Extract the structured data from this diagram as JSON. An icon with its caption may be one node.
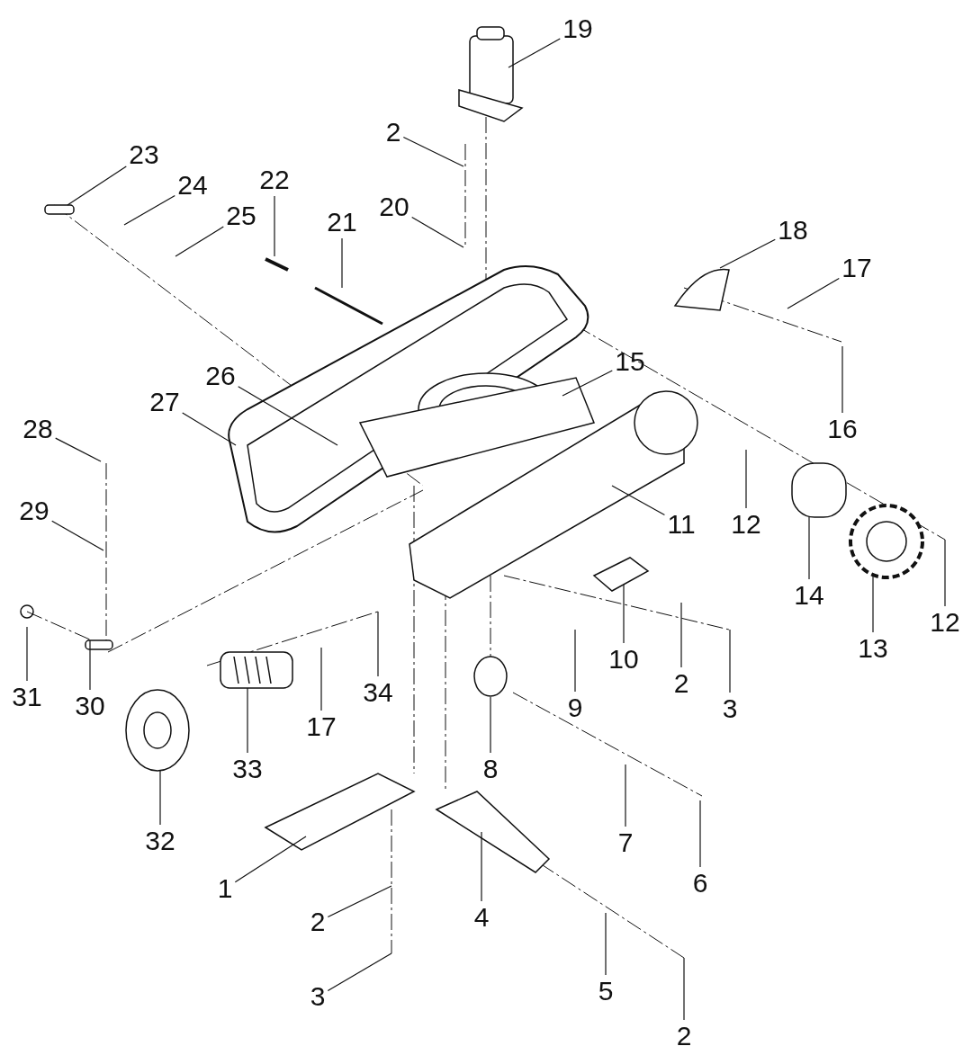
{
  "diagram": {
    "nodes": [
      {
        "text": [
          "19"
        ]
      },
      {
        "text": [
          "2"
        ]
      },
      {
        "text": [
          "20"
        ]
      },
      {
        "text": [
          "23"
        ]
      },
      {
        "text": [
          "24"
        ]
      },
      {
        "text": [
          "25"
        ]
      },
      {
        "text": [
          "22"
        ]
      },
      {
        "text": [
          "21"
        ]
      },
      {
        "text": [
          "18"
        ]
      },
      {
        "text": [
          "17"
        ]
      },
      {
        "text": [
          "16"
        ]
      },
      {
        "text": [
          "15"
        ]
      },
      {
        "text": [
          "26"
        ]
      },
      {
        "text": [
          "27"
        ]
      },
      {
        "text": [
          "28"
        ]
      },
      {
        "text": [
          "29"
        ]
      },
      {
        "text": [
          "12"
        ]
      },
      {
        "text": [
          "11"
        ]
      },
      {
        "text": [
          "14"
        ]
      },
      {
        "text": [
          "13"
        ]
      },
      {
        "text": [
          "12"
        ]
      },
      {
        "text": [
          "31"
        ]
      },
      {
        "text": [
          "30"
        ]
      },
      {
        "text": [
          "10"
        ]
      },
      {
        "text": [
          "2"
        ]
      },
      {
        "text": [
          "3"
        ]
      },
      {
        "text": [
          "9"
        ]
      },
      {
        "text": [
          "34"
        ]
      },
      {
        "text": [
          "17"
        ]
      },
      {
        "text": [
          "33"
        ]
      },
      {
        "text": [
          "32"
        ]
      },
      {
        "text": [
          "8"
        ]
      },
      {
        "text": [
          "7"
        ]
      },
      {
        "text": [
          "6"
        ]
      },
      {
        "text": [
          "1"
        ]
      },
      {
        "text": [
          "2"
        ]
      },
      {
        "text": [
          "4"
        ]
      },
      {
        "text": [
          "3"
        ]
      },
      {
        "text": [
          "5"
        ]
      },
      {
        "text": [
          "2"
        ]
      }
    ],
    "edges": [
      {
        "from": 0,
        "to": null,
        "arrow": "none"
      },
      {
        "from": 1,
        "to": null,
        "arrow": "none"
      },
      {
        "from": 2,
        "to": null,
        "arrow": "none"
      },
      {
        "from": 3,
        "to": null,
        "arrow": "none"
      },
      {
        "from": 4,
        "to": null,
        "arrow": "none"
      },
      {
        "from": 5,
        "to": null,
        "arrow": "none"
      },
      {
        "from": 6,
        "to": null,
        "arrow": "none"
      },
      {
        "from": 7,
        "to": null,
        "arrow": "none"
      },
      {
        "from": 8,
        "to": null,
        "arrow": "none"
      },
      {
        "from": 9,
        "to": null,
        "arrow": "none"
      },
      {
        "from": 10,
        "to": null,
        "arrow": "none"
      },
      {
        "from": 11,
        "to": null,
        "arrow": "none"
      },
      {
        "from": 12,
        "to": null,
        "arrow": "none"
      },
      {
        "from": 13,
        "to": null,
        "arrow": "none"
      },
      {
        "from": 14,
        "to": null,
        "arrow": "none"
      },
      {
        "from": 15,
        "to": null,
        "arrow": "none"
      },
      {
        "from": 16,
        "to": null,
        "arrow": "none"
      },
      {
        "from": 17,
        "to": null,
        "arrow": "none"
      },
      {
        "from": 18,
        "to": null,
        "arrow": "none"
      },
      {
        "from": 19,
        "to": null,
        "arrow": "none"
      },
      {
        "from": 20,
        "to": null,
        "arrow": "none"
      },
      {
        "from": 21,
        "to": null,
        "arrow": "none"
      },
      {
        "from": 22,
        "to": null,
        "arrow": "none"
      },
      {
        "from": 23,
        "to": null,
        "arrow": "none"
      },
      {
        "from": 24,
        "to": null,
        "arrow": "none"
      },
      {
        "from": 25,
        "to": null,
        "arrow": "none"
      },
      {
        "from": 26,
        "to": null,
        "arrow": "none"
      },
      {
        "from": 27,
        "to": null,
        "arrow": "none"
      },
      {
        "from": 28,
        "to": null,
        "arrow": "none"
      },
      {
        "from": 29,
        "to": null,
        "arrow": "none"
      },
      {
        "from": 30,
        "to": null,
        "arrow": "none"
      },
      {
        "from": 31,
        "to": null,
        "arrow": "none"
      },
      {
        "from": 32,
        "to": null,
        "arrow": "none"
      },
      {
        "from": 33,
        "to": null,
        "arrow": "none"
      },
      {
        "from": 34,
        "to": null,
        "arrow": "none"
      },
      {
        "from": 35,
        "to": null,
        "arrow": "none"
      },
      {
        "from": 36,
        "to": null,
        "arrow": "none"
      },
      {
        "from": 37,
        "to": null,
        "arrow": "none"
      },
      {
        "from": 38,
        "to": null,
        "arrow": "none"
      },
      {
        "from": 39,
        "to": null,
        "arrow": "none"
      }
    ]
  }
}
